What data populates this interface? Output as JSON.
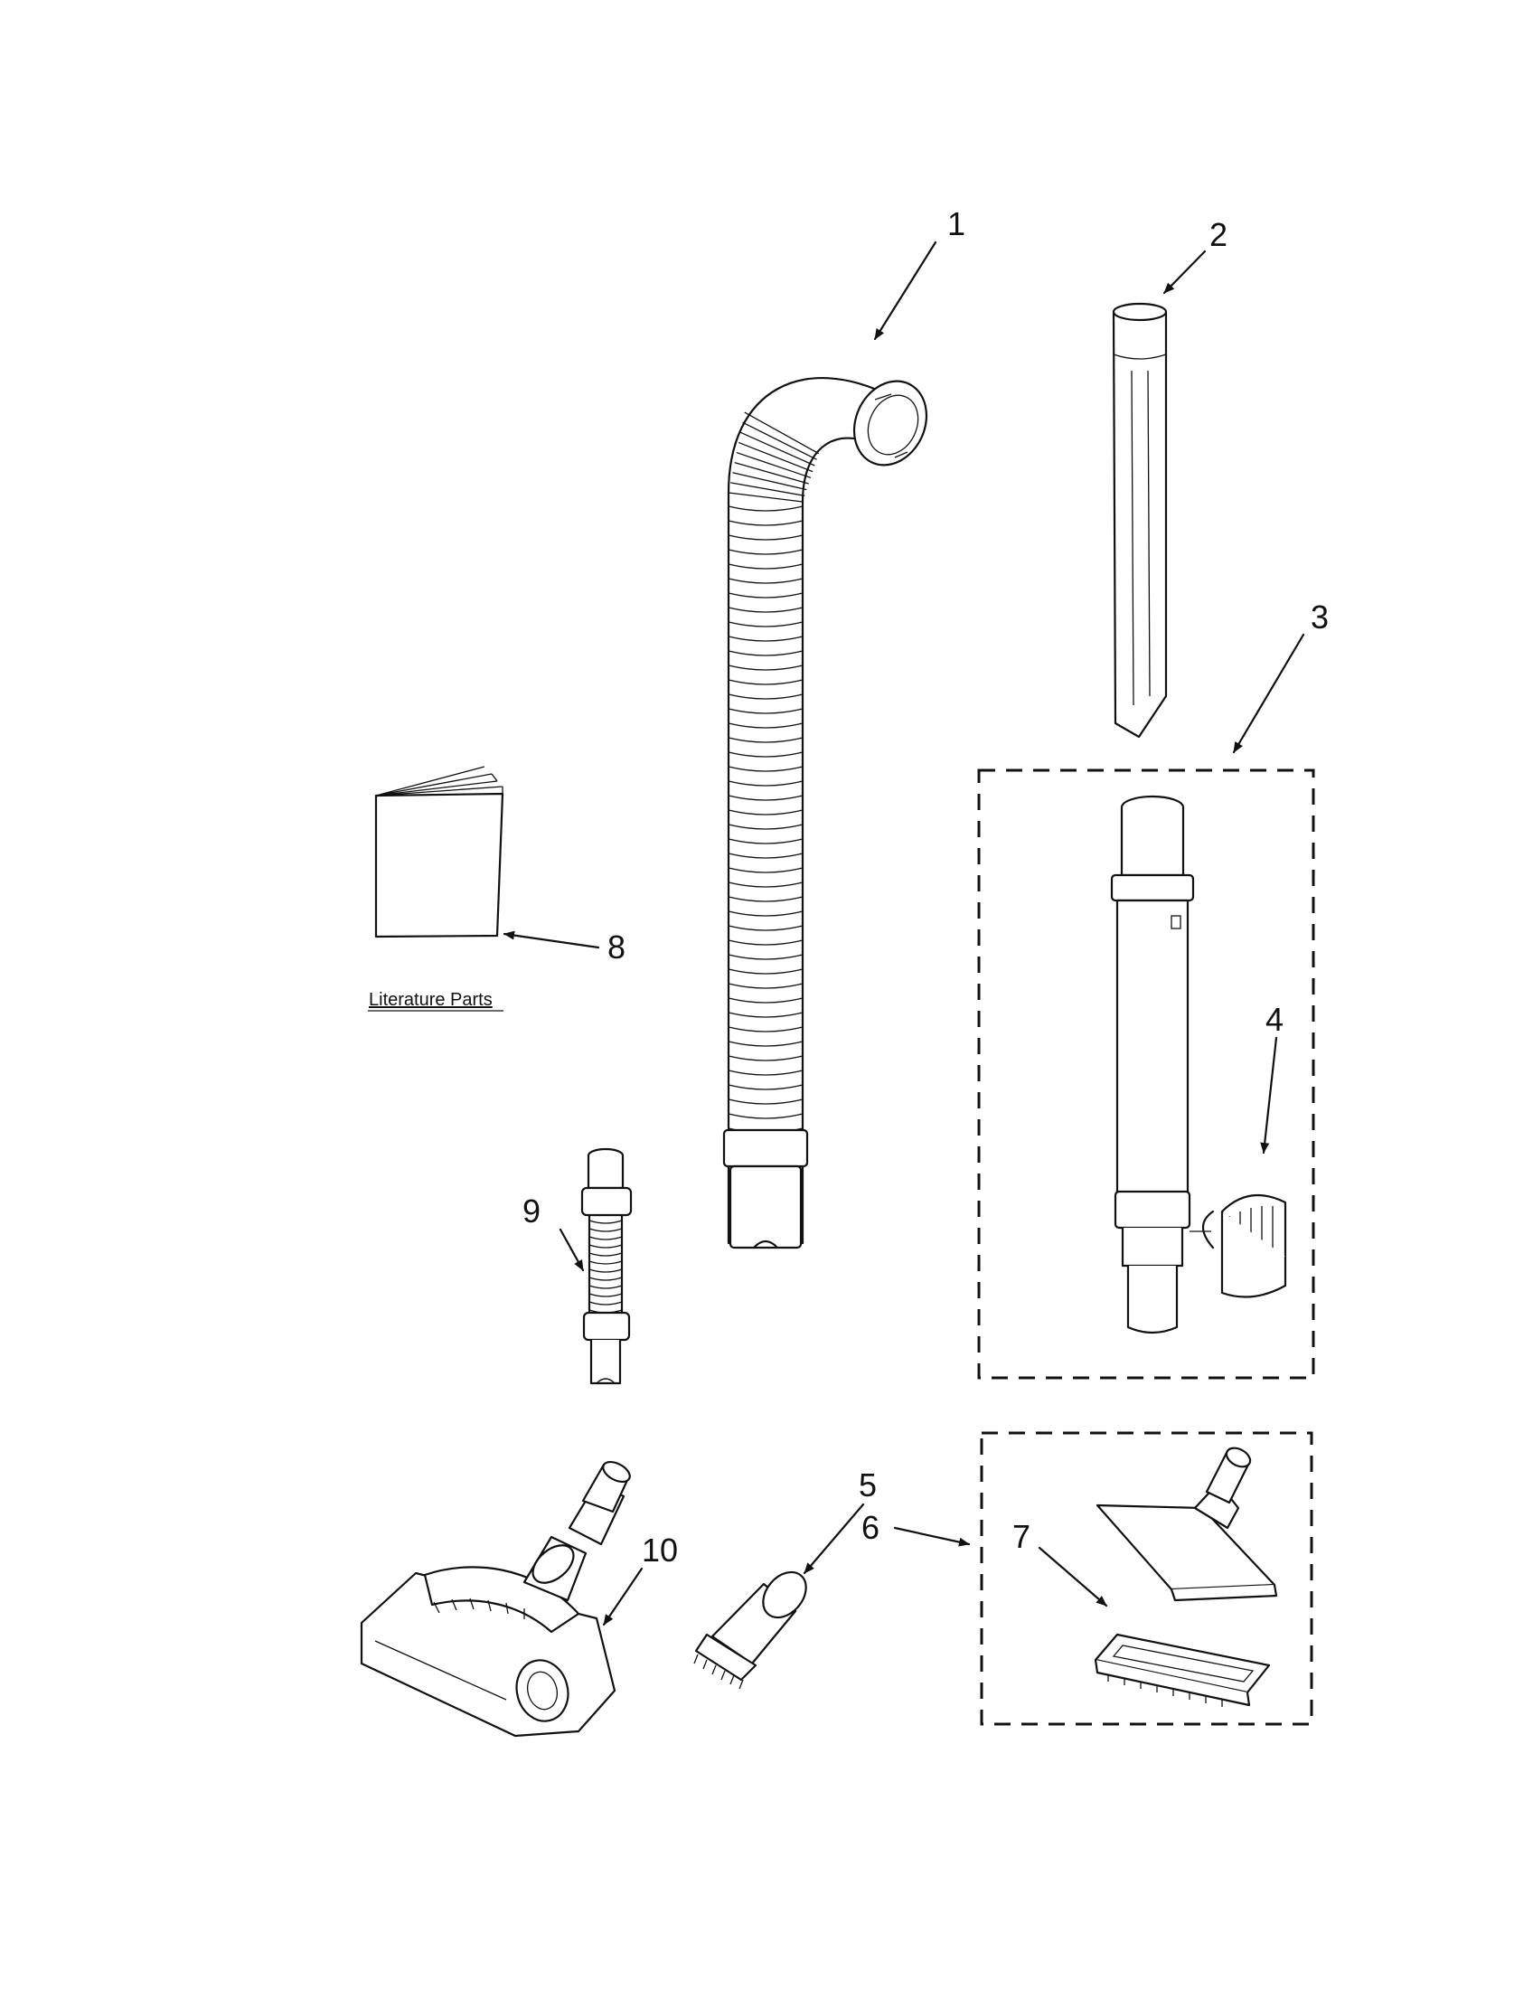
{
  "callouts": [
    "1",
    "2",
    "3",
    "4",
    "5",
    "6",
    "7",
    "8",
    "9",
    "10"
  ],
  "caption": "Literature Parts"
}
